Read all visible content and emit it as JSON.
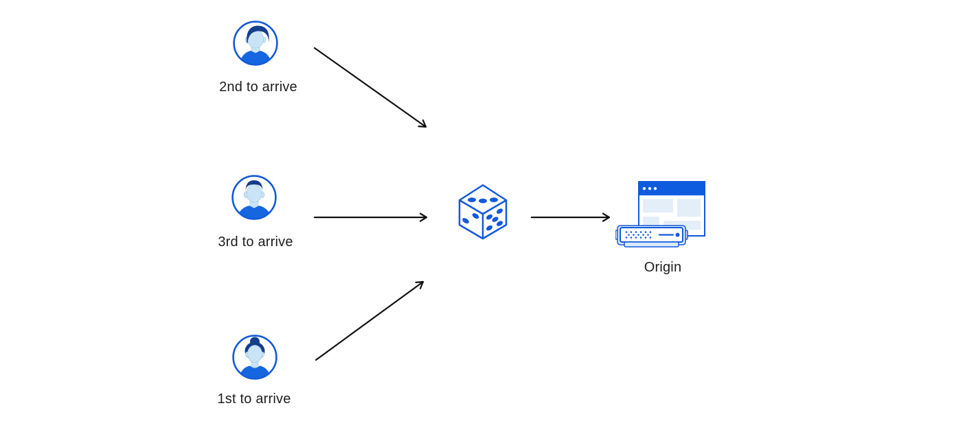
{
  "diagram": {
    "users": [
      {
        "label": "2nd to arrive",
        "icon": "avatar-man-swoop-hair-icon"
      },
      {
        "label": "3rd to arrive",
        "icon": "avatar-man-short-hair-icon"
      },
      {
        "label": "1st to arrive",
        "icon": "avatar-woman-bun-icon"
      }
    ],
    "load_balancer": {
      "icon": "dice-icon"
    },
    "origin": {
      "label": "Origin",
      "icon": "origin-server-icon"
    },
    "arrows": [
      {
        "from": "2nd to arrive",
        "to": "dice"
      },
      {
        "from": "3rd to arrive",
        "to": "dice"
      },
      {
        "from": "1st to arrive",
        "to": "dice"
      },
      {
        "from": "dice",
        "to": "Origin"
      }
    ]
  },
  "colors": {
    "accent": "#1259db",
    "titlebar": "#0d5ce0",
    "navy": "#143e8c",
    "face": "#c9e4f7",
    "shirt": "#1566df",
    "pale": "#e3eef9",
    "light": "#d9eaf9",
    "arrow": "#111111",
    "text": "#1d1d1f",
    "background": "#ffffff"
  }
}
